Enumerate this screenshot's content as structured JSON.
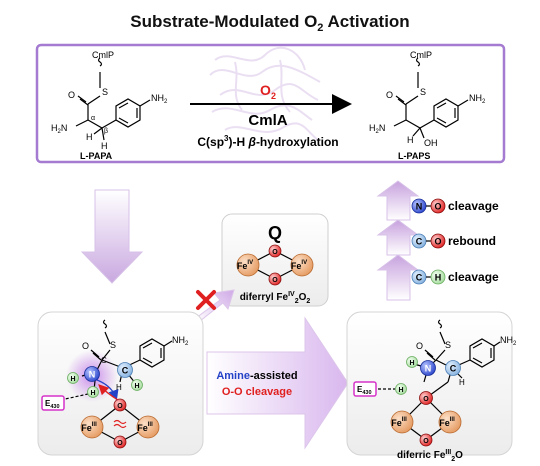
{
  "title": {
    "prefix": "Substrate-Modulated O",
    "sub": "2",
    "suffix": " Activation"
  },
  "reaction": {
    "enzyme_cofactor": "O",
    "enzyme_cofactor_sub": "2",
    "enzyme": "CmlA",
    "reaction_prefix": "C(sp",
    "reaction_sup": "3",
    "reaction_mid": ")-H ",
    "reaction_greek": "β",
    "reaction_suffix": "-hydroxylation",
    "substrate_name": "L-PAPA",
    "product_name": "L-PAPS",
    "carrier": "CmlP",
    "nh2": "NH",
    "nh2_sub": "2",
    "h2n_left": "H",
    "h2n_sub": "2",
    "h2n_right": "N",
    "oh": "OH",
    "o": "O",
    "s": "S",
    "h": "H",
    "alpha": "α",
    "beta": "β"
  },
  "steps": [
    {
      "atom1": "N",
      "atom2": "O",
      "label": "cleavage",
      "atom1_color": "#3b55d6",
      "atom2_color": "#e02020"
    },
    {
      "atom1": "C",
      "atom2": "O",
      "label": "rebound",
      "atom1_color": "#87b4e0",
      "atom2_color": "#e02020"
    },
    {
      "atom1": "C",
      "atom2": "H",
      "label": "cleavage",
      "atom1_color": "#87b4e0",
      "atom2_color": "#b8e6b0"
    }
  ],
  "q_intermediate": {
    "label": "Q",
    "fe": "Fe",
    "fe_ox": "IV",
    "o": "O",
    "caption_prefix": "diferryl Fe",
    "caption_sup": "IV",
    "caption_sub1": "2",
    "caption_o": "O",
    "caption_sub2": "2"
  },
  "left_complex": {
    "residue": "E",
    "residue_sub": "430",
    "fe": "Fe",
    "fe_ox": "III",
    "n": "N",
    "c": "C",
    "h": "H",
    "o": "O",
    "s": "S",
    "nh2": "NH",
    "nh2_sub": "2"
  },
  "middle_arrow": {
    "line1_highlight": "Amine",
    "line1_rest": "-assisted",
    "line2": "O-O cleavage"
  },
  "right_complex": {
    "residue": "E",
    "residue_sub": "430",
    "fe": "Fe",
    "fe_ox": "III",
    "n": "N",
    "c": "C",
    "h": "H",
    "o": "O",
    "s": "S",
    "nh2": "NH",
    "nh2_sub": "2",
    "caption_prefix": "diferric Fe",
    "caption_sup": "III",
    "caption_sub": "2",
    "caption_o": "O"
  },
  "colors": {
    "purple_border": "#a47bd0",
    "o2_red": "#e02020",
    "n_blue": "#3b55d6",
    "c_blue": "#87b4e0",
    "h_green": "#b8e6b0",
    "fe_orange": "#e8a06a",
    "residue_magenta": "#d633c9",
    "amine_blue": "#2442c7"
  }
}
